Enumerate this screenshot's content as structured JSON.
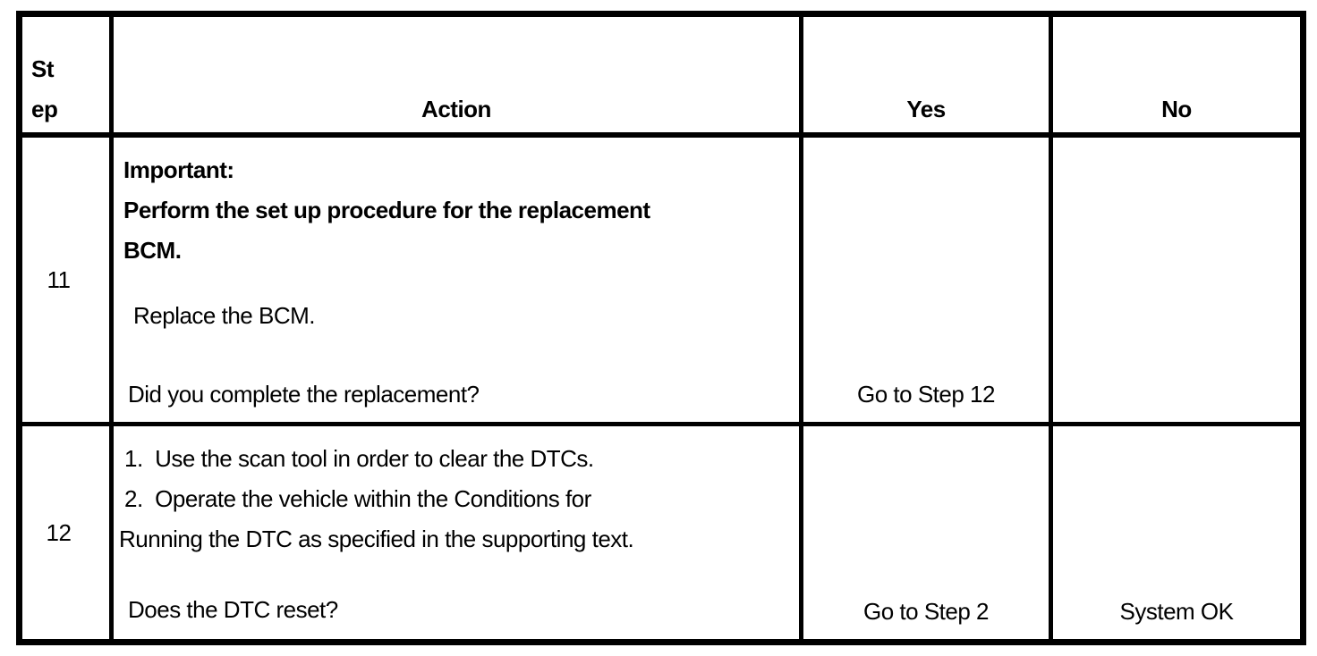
{
  "table": {
    "header": {
      "step_line1": "St",
      "step_line2": "ep",
      "action": "Action",
      "yes": "Yes",
      "no": "No"
    },
    "rows": [
      {
        "step": "11",
        "action": {
          "important_label": "Important:",
          "important_line1": "Perform the set up procedure for the replacement",
          "important_line2": "BCM.",
          "instruction": "Replace the BCM.",
          "question": "Did you complete the replacement?"
        },
        "yes": "Go to Step 12",
        "no": ""
      },
      {
        "step": "12",
        "action": {
          "item1": "1.  Use the scan tool in order to clear the DTCs.",
          "item2": "2.  Operate the vehicle within the Conditions for",
          "item2_continued": "Running the DTC as specified in the supporting text.",
          "question": "Does the DTC reset?"
        },
        "yes": "Go to Step 2",
        "no": "System OK"
      }
    ]
  }
}
